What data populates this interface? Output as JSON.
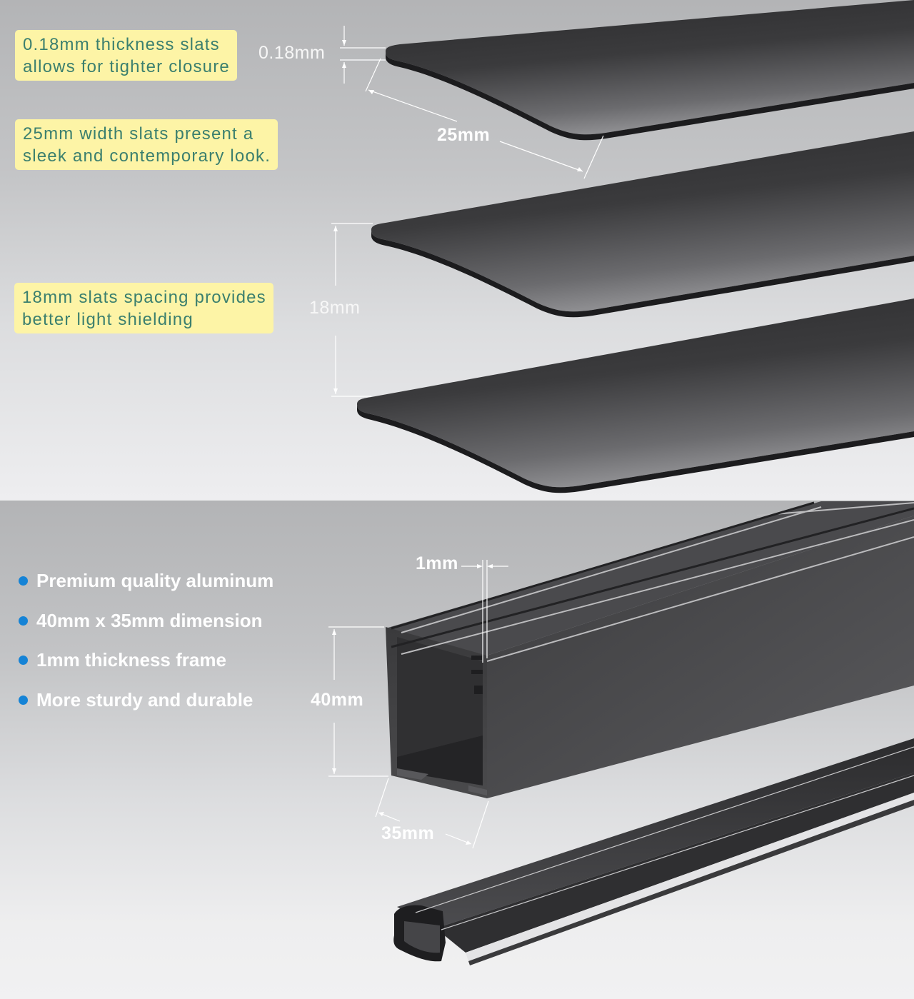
{
  "slats_section": {
    "callouts": [
      {
        "line1": "0.18mm thickness slats",
        "line2": "allows for tighter closure"
      },
      {
        "line1": "25mm width slats present a",
        "line2": "sleek and contemporary look."
      },
      {
        "line1": "18mm slats spacing provides",
        "line2": "better light shielding"
      }
    ],
    "dimensions": {
      "thickness": "0.18mm",
      "width": "25mm",
      "spacing": "18mm"
    },
    "slat_count": 3
  },
  "frame_section": {
    "features": [
      "Premium quality aluminum",
      "40mm x 35mm dimension",
      "1mm thickness frame",
      "More sturdy and durable"
    ],
    "dimensions": {
      "wall": "1mm",
      "height": "40mm",
      "depth": "35mm"
    }
  },
  "colors": {
    "callout_bg": "#fdf4a6",
    "callout_text": "#3b7f6e",
    "bullet": "#1583d6",
    "slat": "#2e2e30",
    "dimension_line": "#ffffff"
  }
}
